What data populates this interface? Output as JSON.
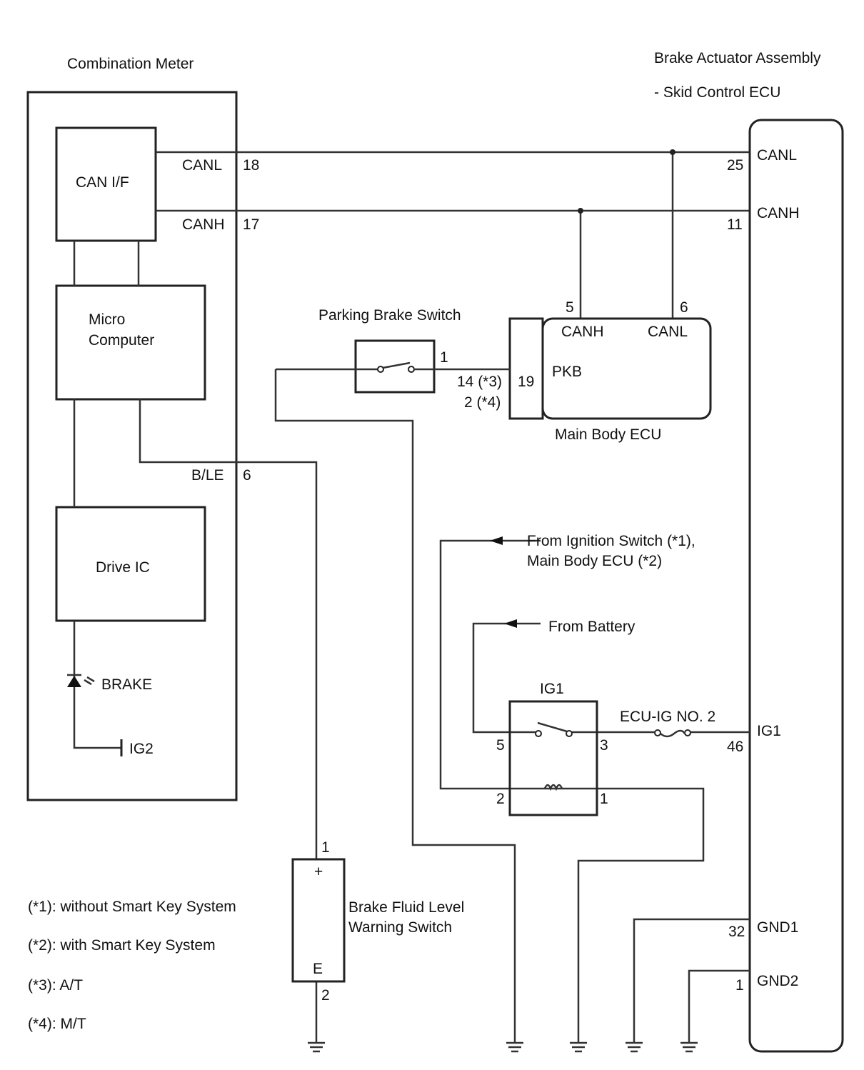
{
  "labels": {
    "combination_meter": "Combination Meter",
    "actuator_line1": "Brake Actuator Assembly",
    "actuator_line2": "- Skid Control ECU",
    "can_if": "CAN I/F",
    "micro_1": "Micro",
    "micro_2": "Computer",
    "drive_ic": "Drive IC",
    "brake": "BRAKE",
    "ig2": "IG2",
    "parking_brake_switch": "Parking Brake Switch",
    "main_body_ecu": "Main Body ECU",
    "from_ignition_1": "From Ignition Switch (*1),",
    "from_ignition_2": "Main Body ECU (*2)",
    "from_battery": "From Battery",
    "ig1_relay": "IG1",
    "fuse": "ECU-IG NO. 2",
    "bfl_1": "Brake Fluid Level",
    "bfl_2": "Warning Switch",
    "plus": "+",
    "e": "E"
  },
  "pins": {
    "m_canl": "CANL",
    "m_canl_n": "18",
    "m_canh": "CANH",
    "m_canh_n": "17",
    "m_ble": "B/LE",
    "m_ble_n": "6",
    "a_canl": "CANL",
    "a_canl_n": "25",
    "a_canh": "CANH",
    "a_canh_n": "11",
    "a_ig1": "IG1",
    "a_ig1_n": "46",
    "a_gnd1": "GND1",
    "a_gnd1_n": "32",
    "a_gnd2": "GND2",
    "a_gnd2_n": "1",
    "e_canh": "CANH",
    "e_canh_n": "5",
    "e_canl": "CANL",
    "e_canl_n": "6",
    "e_pkb": "PKB",
    "e_pkb_n": "19",
    "e_pkb_at": "14 (*3)",
    "e_pkb_mt": "2 (*4)",
    "sw_1": "1",
    "r_5": "5",
    "r_3": "3",
    "r_2": "2",
    "r_1": "1",
    "bfl_1": "1",
    "bfl_2": "2"
  },
  "notes": [
    "(*1): without Smart Key System",
    "(*2): with Smart Key System",
    "(*3): A/T",
    "(*4): M/T"
  ]
}
